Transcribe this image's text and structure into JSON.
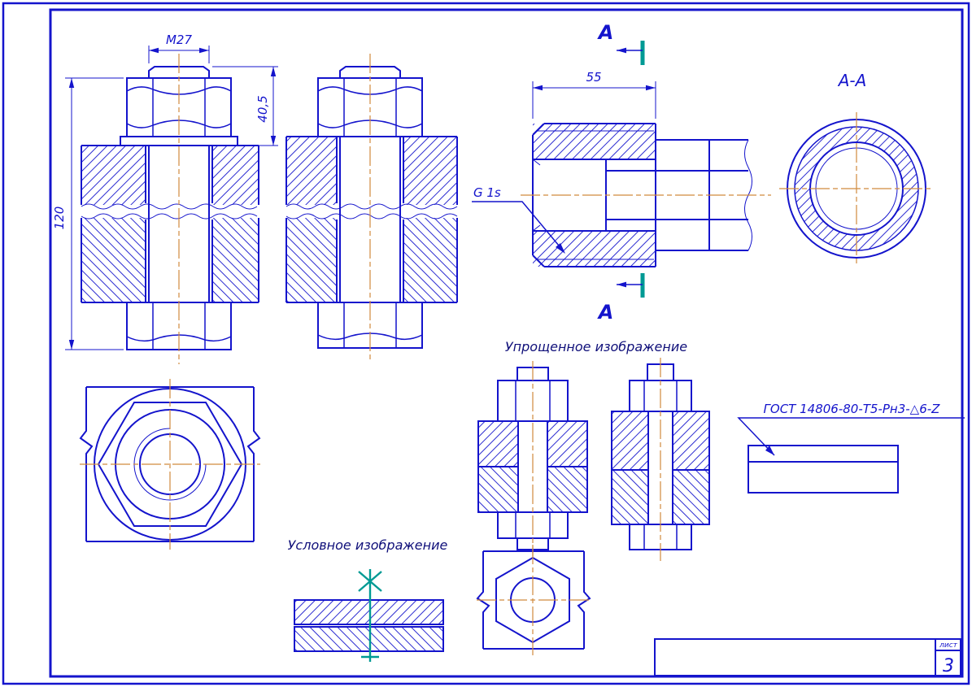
{
  "colors": {
    "line": "#1414cc",
    "center": "#d08a3e",
    "accent": "#009a94",
    "caption": "#10107a",
    "paper": "#ffffff"
  },
  "views": {
    "bolted_front": {
      "dim_thread": "M27",
      "dim_stack": "40,5",
      "dim_length": "120"
    },
    "pipe_fitting": {
      "dim_length": "55",
      "thread_label": "G 1s",
      "section_letter": "А"
    },
    "section_view": {
      "label": "А-А"
    },
    "simplified": {
      "caption": "Упрощенное изображение"
    },
    "conventional": {
      "caption": "Условное изображение"
    },
    "weld": {
      "designation": "ГОСТ 14806-80-Т5-Рн3-△6-Z"
    }
  },
  "title_block": {
    "sheet_label": "лист",
    "sheet_number": "3"
  }
}
